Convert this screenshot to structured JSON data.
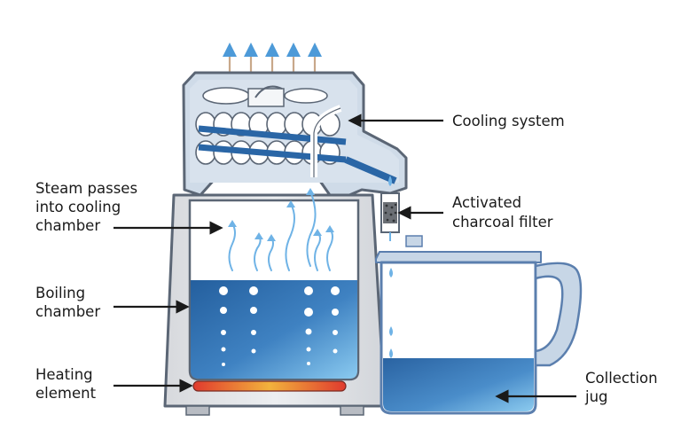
{
  "labels": {
    "cooling": "Cooling system",
    "filter": [
      "Activated",
      "charcoal filter"
    ],
    "steam": [
      "Steam passes",
      "into cooling",
      "chamber"
    ],
    "boiling": [
      "Boiling",
      "chamber"
    ],
    "heating": [
      "Heating",
      "element"
    ],
    "jug": [
      "Collection",
      "jug"
    ]
  },
  "colors": {
    "outline": "#5b6675",
    "housing": "#e6e7ea",
    "cooling_fill": "#cfdbe8",
    "water_dark": "#2a66a6",
    "water_light": "#7dc0ec",
    "steam": "#6fb3e6",
    "arrow_up": "#4d9ad8",
    "heater_start": "#e03a2e",
    "heater_end": "#f2b23c",
    "jug_outline": "#5b7fae",
    "label_line": "#1a1a1a"
  }
}
